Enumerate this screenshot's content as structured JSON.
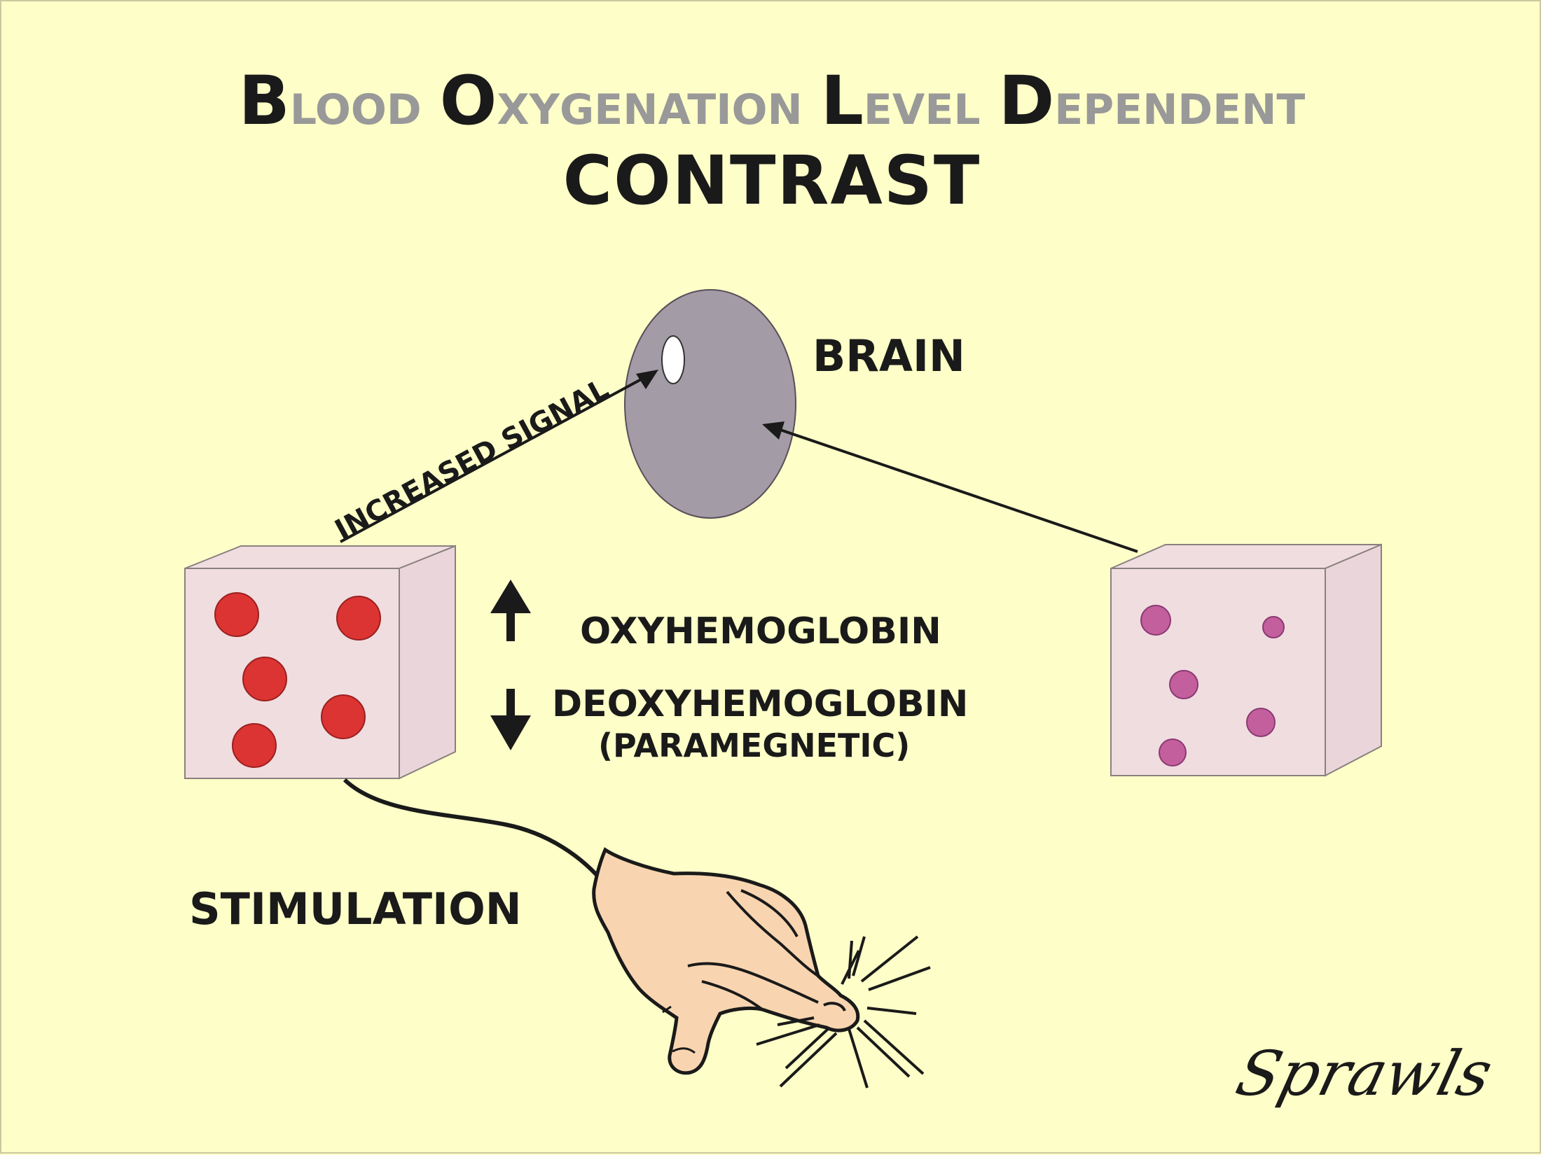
{
  "title": {
    "words": [
      {
        "cap": "B",
        "rest": "LOOD"
      },
      {
        "cap": "O",
        "rest": "XYGENATION"
      },
      {
        "cap": "L",
        "rest": "EVEL"
      },
      {
        "cap": "D",
        "rest": "EPENDENT"
      }
    ],
    "line2": "CONTRAST"
  },
  "labels": {
    "brain": "BRAIN",
    "increased_signal": "INCREASED SIGNAL",
    "oxyhemoglobin": "OXYHEMOGLOBIN",
    "deoxyhemoglobin": "DEOXYHEMOGLOBIN",
    "paramagnetic": "(PARAMEGNETIC)",
    "stimulation": "STIMULATION"
  },
  "signature": "Sprawls",
  "colors": {
    "background": "#fefec8",
    "brain": "#a39ba5",
    "cube_face": "#f0dde0",
    "oxy_cell": "#dc3432",
    "deoxy_cell": "#c45f9e",
    "skin": "#f8d5b0",
    "ink": "#1a1a1a",
    "title_grey": "#999999"
  },
  "icons": {
    "oxy_trend": "arrow-up-icon",
    "deoxy_trend": "arrow-down-icon",
    "stimulus": "pointing-hand-icon"
  }
}
